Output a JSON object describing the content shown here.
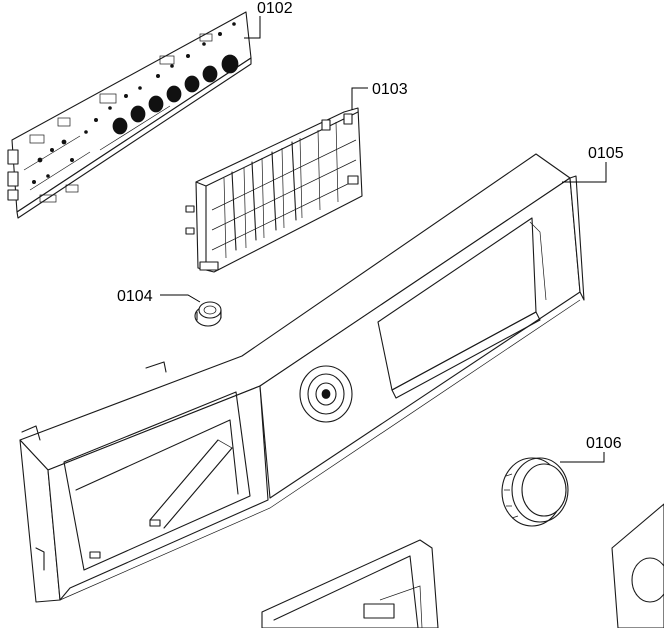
{
  "diagram": {
    "parts": [
      {
        "id": "0102",
        "label": "0102"
      },
      {
        "id": "0103",
        "label": "0103"
      },
      {
        "id": "0104",
        "label": "0104"
      },
      {
        "id": "0105",
        "label": "0105"
      },
      {
        "id": "0106",
        "label": "0106"
      }
    ]
  }
}
